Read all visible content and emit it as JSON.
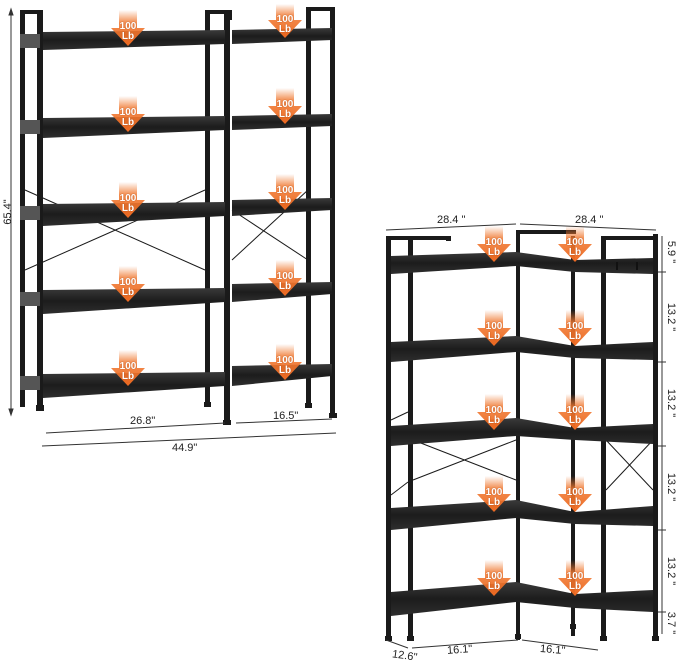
{
  "product": {
    "description": "Product dimension diagram: double bookshelf (left) and L-shaped corner bookshelf (right)",
    "load_badge": {
      "value": "100",
      "unit": "Lb",
      "color": "#f07830"
    }
  },
  "left_unit": {
    "height_label": "65.4\"",
    "width_left_label": "26.8\"",
    "width_right_label": "16.5\"",
    "total_width_label": "44.9\"",
    "shelf_count": 5,
    "badges": [
      "100 Lb",
      "100 Lb",
      "100 Lb",
      "100 Lb",
      "100 Lb",
      "100 Lb",
      "100 Lb",
      "100 Lb",
      "100 Lb",
      "100 Lb"
    ]
  },
  "right_unit": {
    "top_width_left_label": "28.4 \"",
    "top_width_right_label": "28.4 \"",
    "shelf_spacings": [
      "5.9 \"",
      "13.2 \"",
      "13.2 \"",
      "13.2 \"",
      "13.2 \"",
      "3.7 \""
    ],
    "depth_label": "12.6\"",
    "inner_left_label": "16.1\"",
    "inner_right_label": "16.1\"",
    "shelf_count": 5,
    "badges": [
      "100 Lb",
      "100 Lb",
      "100 Lb",
      "100 Lb",
      "100 Lb",
      "100 Lb",
      "100 Lb",
      "100 Lb",
      "100 Lb",
      "100 Lb"
    ]
  },
  "colors": {
    "frame": "#1a1a1a",
    "shelf": "#2b2b2b",
    "shelf_edge": "#3c3c3c",
    "badge": "#f07830",
    "dimension_line": "#333333"
  }
}
